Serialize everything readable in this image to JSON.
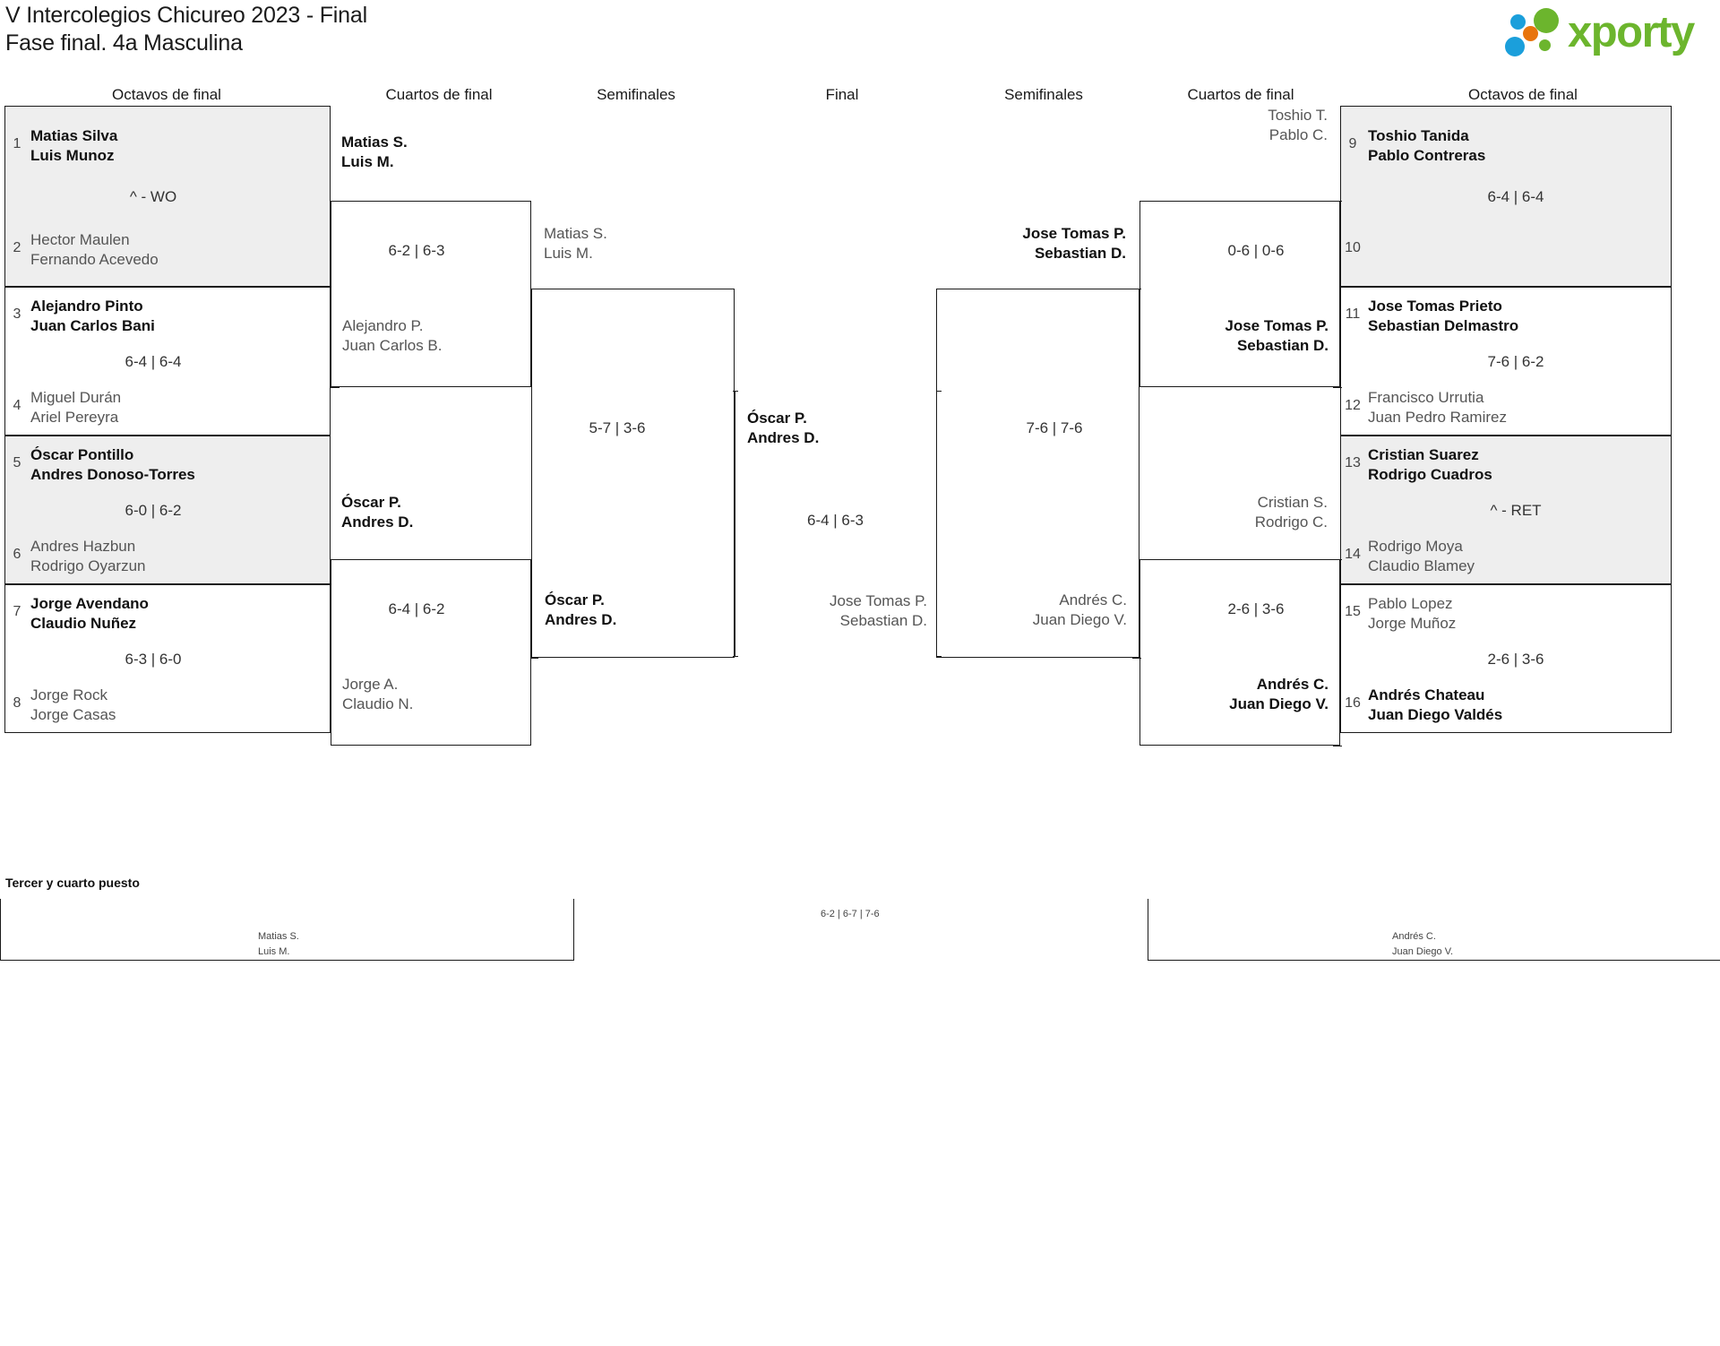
{
  "header": {
    "title_line1": "V Intercolegios Chicureo 2023 - Final",
    "title_line2": "Fase final. 4a Masculina",
    "logo_text": "xporty"
  },
  "round_labels": {
    "left_r16": "Octavos de final",
    "left_qf": "Cuartos de final",
    "left_sf": "Semifinales",
    "final": "Final",
    "right_sf": "Semifinales",
    "right_qf": "Cuartos de final",
    "right_r16": "Octavos de final"
  },
  "left_r16": [
    {
      "seed_top": "1",
      "seed_bottom": "2",
      "top": {
        "p1": "Matias Silva",
        "p2": "Luis Munoz",
        "result": "winner"
      },
      "bottom": {
        "p1": "Hector Maulen",
        "p2": "Fernando Acevedo",
        "result": "loser"
      },
      "score": "^ - WO",
      "shaded": true
    },
    {
      "seed_top": "3",
      "seed_bottom": "4",
      "top": {
        "p1": "Alejandro Pinto",
        "p2": "Juan Carlos Bani",
        "result": "winner"
      },
      "bottom": {
        "p1": "Miguel Durán",
        "p2": "Ariel Pereyra",
        "result": "loser"
      },
      "score": "6-4 | 6-4",
      "shaded": false
    },
    {
      "seed_top": "5",
      "seed_bottom": "6",
      "top": {
        "p1": "Óscar Pontillo",
        "p2": "Andres Donoso-Torres",
        "result": "winner"
      },
      "bottom": {
        "p1": "Andres Hazbun",
        "p2": "Rodrigo Oyarzun",
        "result": "loser"
      },
      "score": "6-0 | 6-2",
      "shaded": true
    },
    {
      "seed_top": "7",
      "seed_bottom": "8",
      "top": {
        "p1": "Jorge Avendano",
        "p2": "Claudio Nuñez",
        "result": "winner"
      },
      "bottom": {
        "p1": "Jorge Rock",
        "p2": "Jorge Casas",
        "result": "loser"
      },
      "score": "6-3 | 6-0",
      "shaded": false
    }
  ],
  "left_qf": [
    {
      "top": {
        "p1": "Matias S.",
        "p2": "Luis M.",
        "result": "winner"
      },
      "bottom": {
        "p1": "Alejandro P.",
        "p2": "Juan Carlos B.",
        "result": "loser"
      },
      "score": "6-2 | 6-3"
    },
    {
      "top": {
        "p1": "Óscar P.",
        "p2": "Andres D.",
        "result": "winner"
      },
      "bottom": {
        "p1": "Jorge A.",
        "p2": "Claudio N.",
        "result": "loser"
      },
      "score": "6-4 | 6-2"
    }
  ],
  "left_sf": [
    {
      "top": {
        "p1": "Matias S.",
        "p2": "Luis M.",
        "result": "loser"
      },
      "bottom": {
        "p1": "Óscar P.",
        "p2": "Andres D.",
        "result": "winner"
      },
      "score": "5-7 | 3-6"
    }
  ],
  "final": {
    "top": {
      "p1": "Óscar P.",
      "p2": "Andres D.",
      "result": "winner"
    },
    "bottom": {
      "p1": "Jose Tomas P.",
      "p2": "Sebastian D.",
      "result": "loser"
    },
    "score": "6-4 | 6-3"
  },
  "right_sf": [
    {
      "top": {
        "p1": "Jose Tomas P.",
        "p2": "Sebastian D.",
        "result": "winner"
      },
      "bottom": {
        "p1": "Andrés C.",
        "p2": "Juan Diego V.",
        "result": "loser"
      },
      "score": "7-6 | 7-6"
    }
  ],
  "right_qf": [
    {
      "top": {
        "p1": "Toshio T.",
        "p2": "Pablo C.",
        "result": "loser"
      },
      "bottom": {
        "p1": "Jose Tomas P.",
        "p2": "Sebastian D.",
        "result": "winner"
      },
      "score": "0-6 | 0-6"
    },
    {
      "top": {
        "p1": "Cristian S.",
        "p2": "Rodrigo C.",
        "result": "loser"
      },
      "bottom": {
        "p1": "Andrés C.",
        "p2": "Juan Diego V.",
        "result": "winner"
      },
      "score": "2-6 | 3-6"
    }
  ],
  "right_r16": [
    {
      "seed_top": "9",
      "seed_bottom": "10",
      "top": {
        "p1": "Toshio Tanida",
        "p2": "Pablo Contreras",
        "result": "winner"
      },
      "bottom": {
        "p1": "",
        "p2": "",
        "result": "loser"
      },
      "score": "6-4 | 6-4",
      "shaded": true
    },
    {
      "seed_top": "11",
      "seed_bottom": "12",
      "top": {
        "p1": "Jose Tomas Prieto",
        "p2": "Sebastian Delmastro",
        "result": "winner"
      },
      "bottom": {
        "p1": "Francisco Urrutia",
        "p2": "Juan Pedro Ramirez",
        "result": "loser"
      },
      "score": "7-6 | 6-2",
      "shaded": false
    },
    {
      "seed_top": "13",
      "seed_bottom": "14",
      "top": {
        "p1": "Cristian Suarez",
        "p2": "Rodrigo Cuadros",
        "result": "winner"
      },
      "bottom": {
        "p1": "Rodrigo Moya",
        "p2": "Claudio Blamey",
        "result": "loser"
      },
      "score": "^ - RET",
      "shaded": true
    },
    {
      "seed_top": "15",
      "seed_bottom": "16",
      "top": {
        "p1": "Pablo Lopez",
        "p2": "Jorge Muñoz",
        "result": "loser"
      },
      "bottom": {
        "p1": "Andrés Chateau",
        "p2": "Juan Diego Valdés",
        "result": "winner"
      },
      "score": "2-6 | 3-6",
      "shaded": false
    }
  ],
  "third_place": {
    "title": "Tercer y cuarto puesto",
    "left": {
      "p1": "Matias S.",
      "p2": "Luis M."
    },
    "right": {
      "p1": "Andrés C.",
      "p2": "Juan Diego V."
    },
    "score": "6-2 | 6-7 | 7-6"
  }
}
